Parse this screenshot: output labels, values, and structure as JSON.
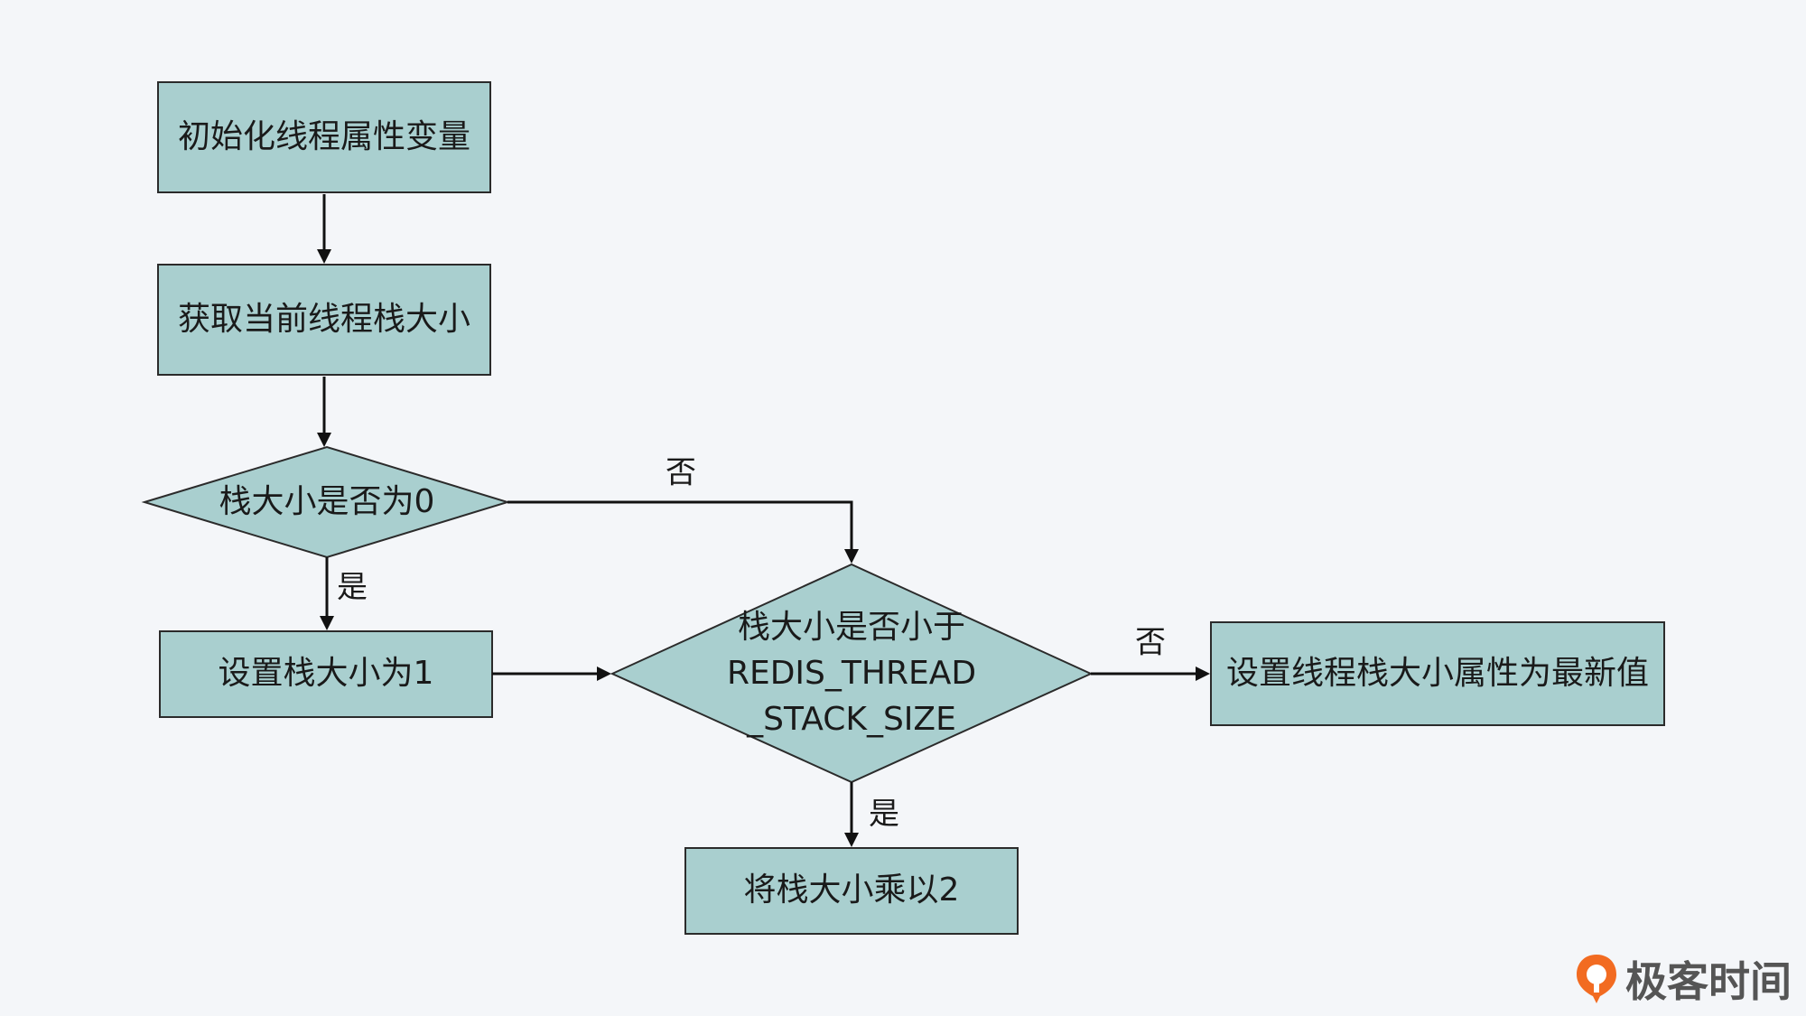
{
  "nodes": {
    "init": "初始化线程属性变量",
    "get_size": "获取当前线程栈大小",
    "is_zero": "栈大小是否为0",
    "set_one": "设置栈大小为1",
    "is_less": [
      "栈大小是否小于",
      "REDIS_THREAD",
      "_STACK_SIZE"
    ],
    "set_attr": "设置线程栈大小属性为最新值",
    "double": "将栈大小乘以2"
  },
  "edges": {
    "zero_no": "否",
    "zero_yes": "是",
    "less_no": "否",
    "less_yes": "是"
  },
  "brand": {
    "name": "极客时间",
    "accent": "#f26b21"
  },
  "colors": {
    "node_fill": "#a9cfcf",
    "background": "#f4f6f9"
  }
}
